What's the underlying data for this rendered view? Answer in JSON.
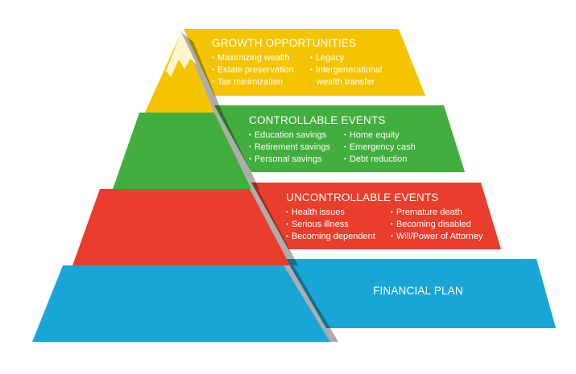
{
  "colors": {
    "growth": "#f5c400",
    "controllable": "#41ae3d",
    "uncontrollable": "#e93e2c",
    "financial": "#19a6d6"
  },
  "tiers": {
    "growth": {
      "title": "GROWTH OPPORTUNITIES",
      "col1": [
        {
          "text": "Maximizing wealth"
        },
        {
          "text": "Estate preservation"
        },
        {
          "text": "Tax minimization"
        }
      ],
      "col2": [
        {
          "text": "Legacy"
        },
        {
          "text": "Intergenerational"
        },
        {
          "text": "wealth transfer",
          "cont": true
        }
      ]
    },
    "controllable": {
      "title": "CONTROLLABLE EVENTS",
      "col1": [
        {
          "text": "Education savings"
        },
        {
          "text": "Retirement savings"
        },
        {
          "text": "Personal savings"
        }
      ],
      "col2": [
        {
          "text": "Home equity"
        },
        {
          "text": "Emergency cash"
        },
        {
          "text": "Debt reduction"
        }
      ]
    },
    "uncontrollable": {
      "title": "UNCONTROLLABLE EVENTS",
      "col1": [
        {
          "text": "Health issues"
        },
        {
          "text": "Serious illness"
        },
        {
          "text": "Becoming dependent"
        }
      ],
      "col2": [
        {
          "text": "Premature death"
        },
        {
          "text": "Becoming disabled"
        },
        {
          "text": "Will/Power of Attorney"
        }
      ]
    },
    "financial": {
      "title": "FINANCIAL PLAN"
    }
  }
}
